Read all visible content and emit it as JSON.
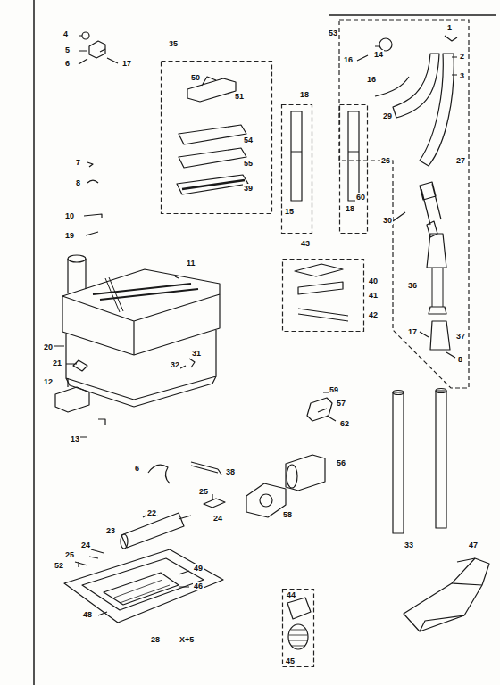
{
  "diagram": {
    "nodes": [
      {
        "text": [
          "35",
          "50",
          "51",
          "54",
          "55",
          "39"
        ]
      },
      {
        "text": [
          "53"
        ]
      },
      {
        "text": [
          "18",
          "15"
        ]
      },
      {
        "text": [
          "18"
        ]
      },
      {
        "text": [
          "40",
          "41",
          "42"
        ]
      },
      {
        "text": [
          "44",
          "45"
        ]
      }
    ],
    "labels": [
      "4",
      "5",
      "6",
      "17",
      "7",
      "8",
      "10",
      "19",
      "11",
      "20",
      "31",
      "32",
      "21",
      "12",
      "13",
      "6",
      "38",
      "25",
      "22",
      "24",
      "23",
      "24",
      "25",
      "52",
      "49",
      "46",
      "48",
      "28",
      "X+5",
      "14",
      "16",
      "2",
      "3",
      "16",
      "29",
      "26",
      "27",
      "60",
      "30",
      "43",
      "36",
      "17",
      "37",
      "8",
      "59",
      "57",
      "62",
      "56",
      "58",
      "33",
      "47",
      "1"
    ]
  }
}
